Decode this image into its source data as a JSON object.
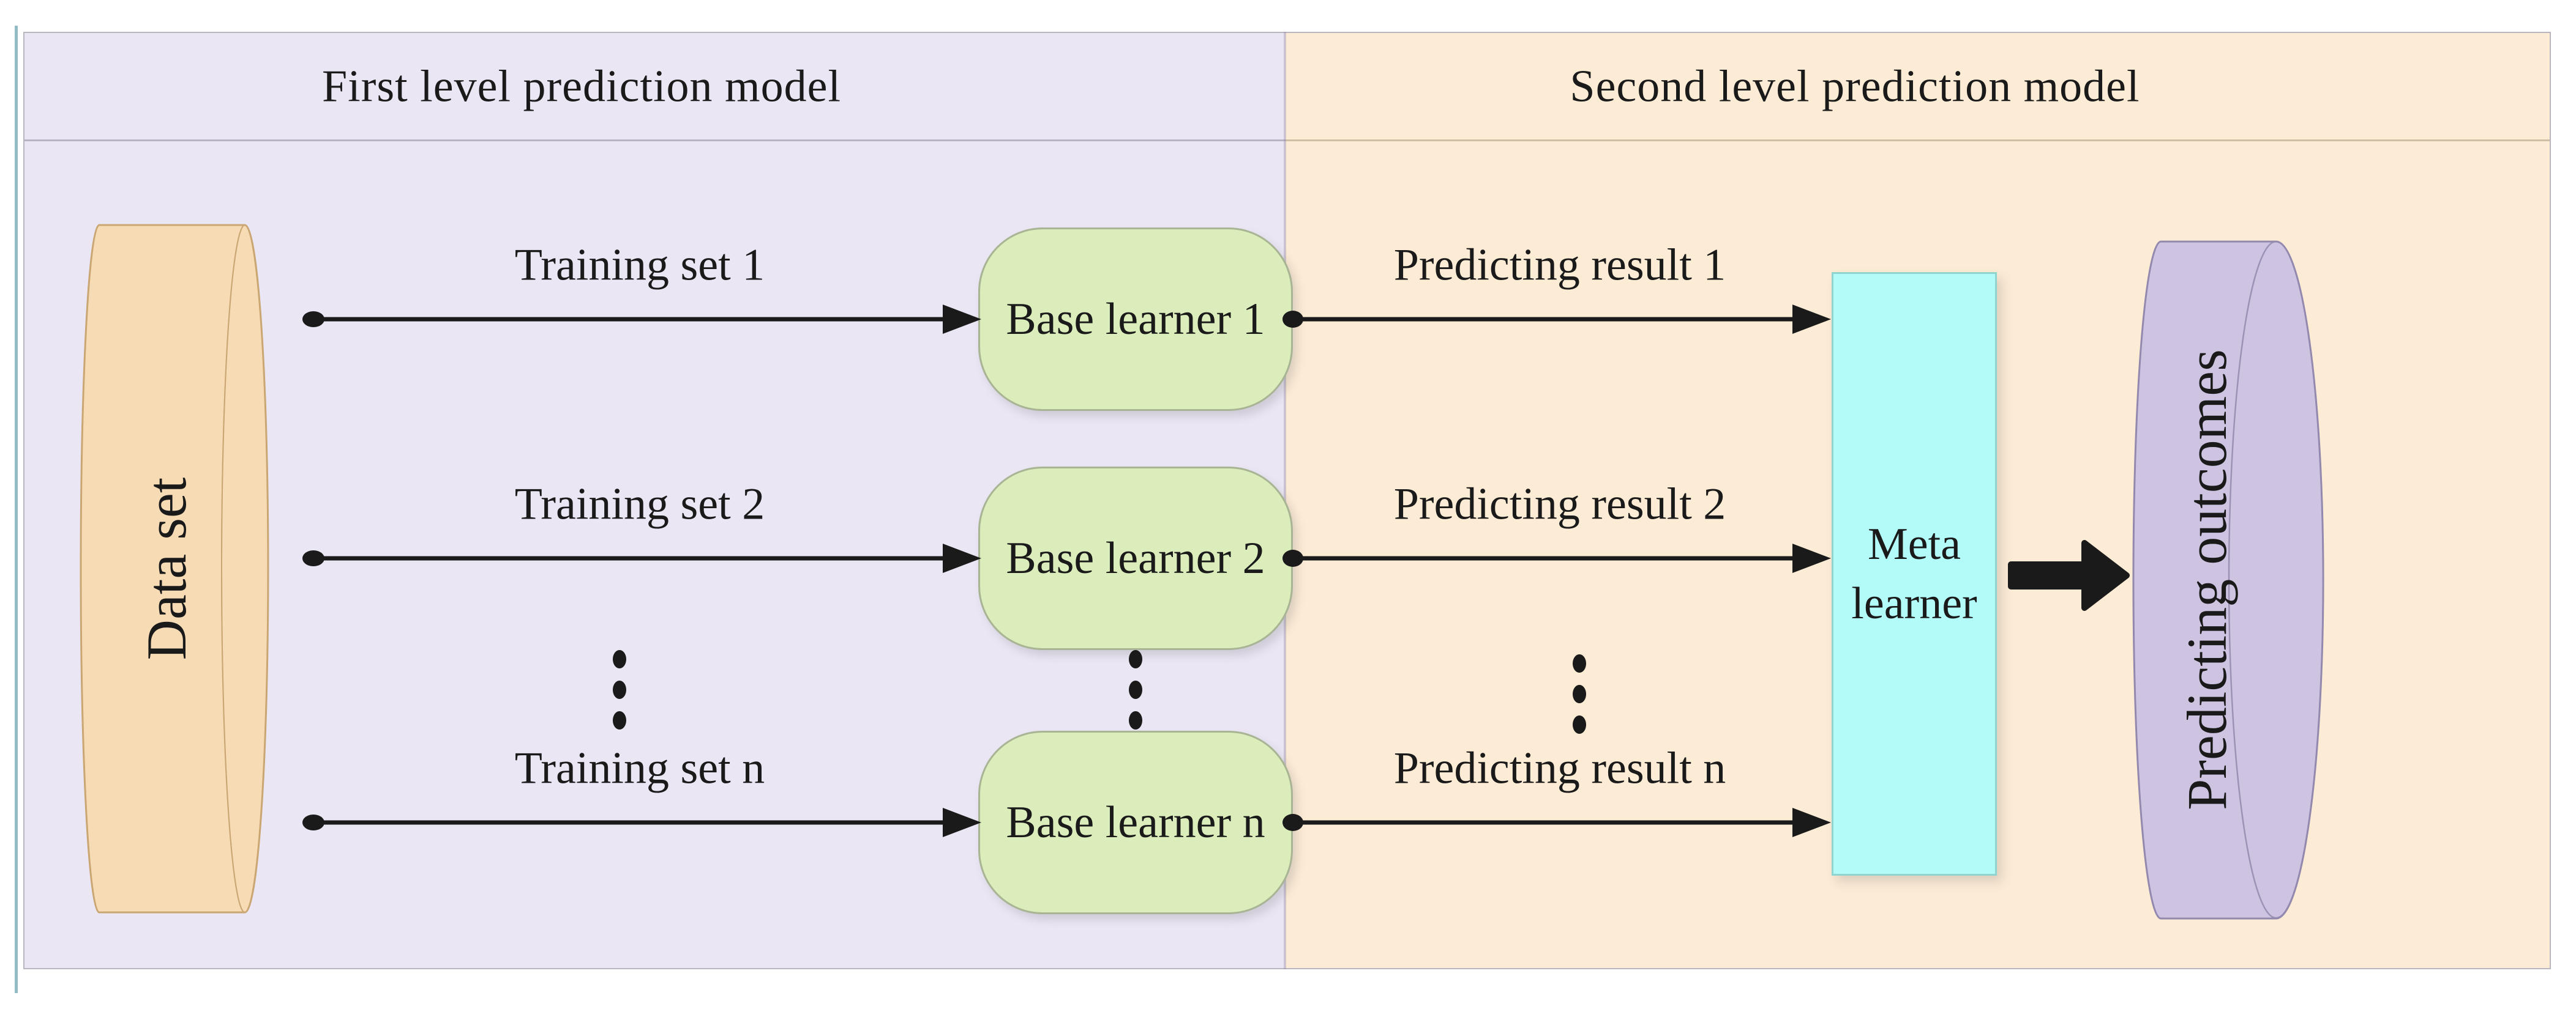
{
  "figure": {
    "first_panel_title": "First level prediction model",
    "second_panel_title": "Second level prediction model"
  },
  "dataset": {
    "label": "Data set"
  },
  "rows": [
    {
      "training": "Training set 1",
      "base": "Base learner 1",
      "result": "Predicting result 1"
    },
    {
      "training": "Training set 2",
      "base": "Base learner 2",
      "result": "Predicting result 2"
    },
    {
      "training": "Training set n",
      "base": "Base learner n",
      "result": "Predicting result n"
    }
  ],
  "meta": {
    "line1": "Meta",
    "line2": "learner"
  },
  "outcomes": {
    "label": "Predicting outcomes"
  },
  "colors": {
    "panel_first_bg": "#EAE6F4",
    "panel_second_bg": "#FCEBD5",
    "base_fill": "#DBEDBA",
    "base_border": "#A8B494",
    "meta_fill": "#B2FBF8",
    "meta_border": "#8FD4CF",
    "dataset_fill": "#F6DBB5",
    "dataset_border": "#C9A672",
    "outcomes_fill": "#CEC4E2",
    "outcomes_border": "#9389AE",
    "ink": "#1A1A1A",
    "edge_line": "#7FAFBC"
  }
}
